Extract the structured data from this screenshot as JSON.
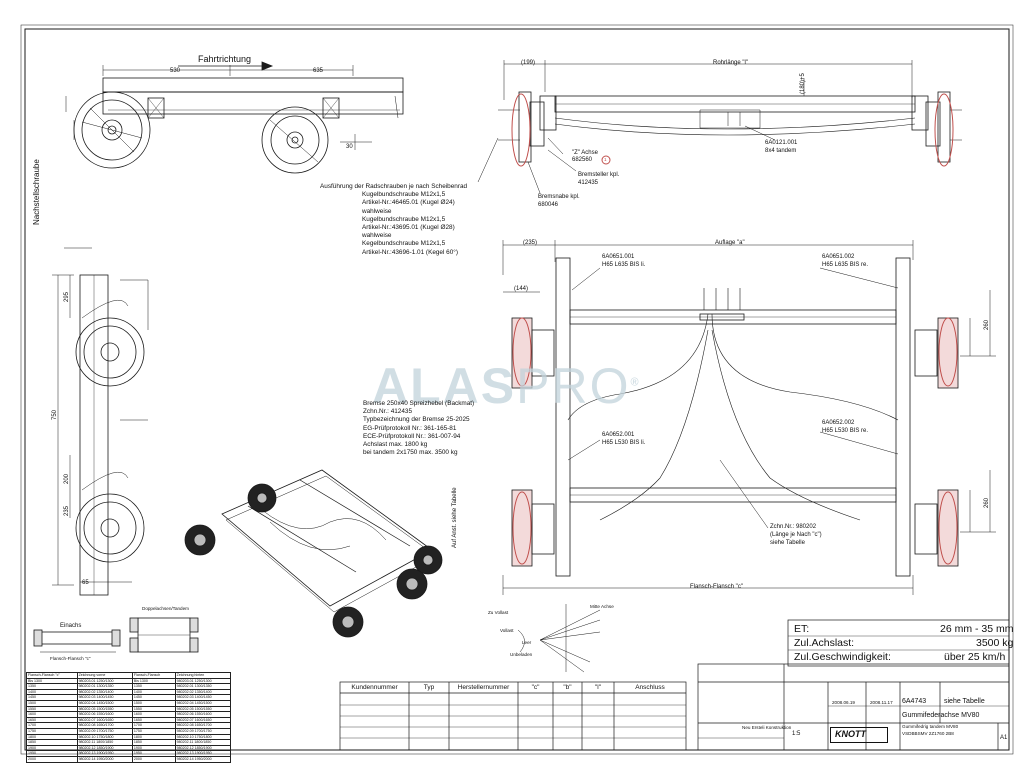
{
  "top_view": {
    "direction_label": "Fahrtrichtung",
    "dim_530": "530",
    "dim_635": "635",
    "dim_30": "30",
    "side_label": "Nachstellschraube"
  },
  "rear_view": {
    "dim_199": "(199)",
    "dim_rohrlaenge": "Rohrlänge \"l\"",
    "dim_height": "(180)+5",
    "achse_label": "\"Z\" Achse",
    "achse_part": "682560",
    "achse_ref": "1",
    "bremsteller_label": "Bremsteller kpl.",
    "bremsteller_part": "412435",
    "bremsnabe_label": "Bremsnabe kpl.",
    "bremsnabe_part": "680046",
    "ubolt_part": "6A0121.001",
    "ubolt_label": "8x4 tandem"
  },
  "wheel_screws": {
    "lines": [
      "Ausführung der Radschrauben je nach Scheibenrad",
      "Kugelbundschraube M12x1,5",
      "Artikel-Nr.:46465.01 (Kugel Ø24)",
      "wahlweise",
      "Kugelbundschraube M12x1,5",
      "Artikel-Nr.:43695.01 (Kugel Ø28)",
      "wahlweise",
      "Kegelbundschraube M12x1,5",
      "Artikel-Nr.:43696-1.01 (Kegel 60°)"
    ]
  },
  "plan_view": {
    "dim_235": "(235)",
    "dim_auflage": "Auflage \"a\"",
    "dim_144": "(144)",
    "dim_flansch": "Flansch-Flansch \"c\"",
    "dim_260": "260",
    "part_a1": "6A0651.001",
    "part_a1_sub": "H65 L635 BIS li.",
    "part_a2": "6A0651.002",
    "part_a2_sub": "H65 L635 BIS re.",
    "part_b1": "6A0652.001",
    "part_b1_sub": "H65 L530 BIS li.",
    "part_b2": "6A0652.002",
    "part_b2_sub": "H65 L530 BIS re.",
    "zchn_lines": [
      "Zchn.Nr.: 980202",
      "(Länge je Nach \"c\")",
      "siehe Tabelle"
    ],
    "left_side_label": "Auf Anst. siehe Tabelle"
  },
  "brake_info": {
    "lines": [
      "Bremse 250x40 Spreizhebel (Backmat)",
      "Zchn.Nr.: 412435",
      "Typbezeichnung der Bremse 25-2025",
      "EG-Prüfprotokoll Nr.: 361-165-81",
      "ECE-Prüfprotokoll Nr.: 361-007-94",
      "Achslast max. 1800 kg",
      "bei tandem 2x1750 max. 3500 kg"
    ]
  },
  "side_view": {
    "dim_295": "295",
    "dim_750": "750",
    "dim_200": "200",
    "dim_235": "235",
    "dim_65": "65"
  },
  "variants": {
    "single_title": "Einachs",
    "single_sub": "Flansch-Flansch \"c\"",
    "tandem_title": "Doppelachsen/Tandem"
  },
  "angles": {
    "labels": [
      "Zu Vollast",
      "Vollast",
      "Leer",
      "Unbeladen",
      "Mitte Achse"
    ]
  },
  "spec_block": {
    "rows": [
      {
        "label": "ET:",
        "value": "26 mm - 35 mm"
      },
      {
        "label": "Zul.Achslast:",
        "value": "3500 kg"
      },
      {
        "label": "Zul.Geschwindigkeit:",
        "value": "über 25 km/h"
      }
    ]
  },
  "customer_table": {
    "headers": [
      "Kundennummer",
      "Typ",
      "Herstellernummer",
      "\"c\"",
      "\"b\"",
      "\"l\"",
      "Anschluss"
    ]
  },
  "variant_table": {
    "headers": [
      "Flansch-Flansch \"c\"",
      "Zeichnung vorne",
      "Flansch-Flansch",
      "Zeichnung hinten"
    ],
    "rows": [
      [
        "Bis 1300",
        "980203.01 1250/1300",
        "Bis 1300",
        "980203.01 1250/1300"
      ],
      [
        "1350",
        "980202.01 1300/1350",
        "1350",
        "980202.01 1300/1350"
      ],
      [
        "1400",
        "980202.02 1350/1400",
        "1400",
        "980202.02 1350/1400"
      ],
      [
        "1450",
        "980202.03 1400/1450",
        "1450",
        "980202.03 1400/1450"
      ],
      [
        "1500",
        "980202.04 1450/1500",
        "1500",
        "980202.04 1450/1500"
      ],
      [
        "1550",
        "980202.05 1500/1550",
        "1550",
        "980202.05 1500/1550"
      ],
      [
        "1600",
        "980202.06 1550/1600",
        "1600",
        "980202.06 1550/1600"
      ],
      [
        "1650",
        "980202.07 1600/1650",
        "1650",
        "980202.07 1600/1650"
      ],
      [
        "1700",
        "980202.08 1650/1700",
        "1700",
        "980202.08 1650/1700"
      ],
      [
        "1750",
        "980202.09 1700/1750",
        "1750",
        "980202.09 1700/1750"
      ],
      [
        "1800",
        "980202.10 1750/1800",
        "1800",
        "980202.10 1750/1800"
      ],
      [
        "1850",
        "980202.11 1800/1850",
        "1850",
        "980202.11 1800/1850"
      ],
      [
        "1900",
        "980202.12 1850/1900",
        "1900",
        "980202.12 1850/1900"
      ],
      [
        "1950",
        "980202.13 1900/1950",
        "1950",
        "980202.13 1900/1950"
      ],
      [
        "2000",
        "980202.14 1950/2000",
        "2000",
        "980202.14 1950/2000"
      ]
    ]
  },
  "title_block": {
    "part_no": "6A4743",
    "see_table": "siehe Tabelle",
    "title": "Gummifederachse MV80",
    "subtitle": "Gummifedrig tandem MV80",
    "drawing_no": "VSDBBSMV 2Z1760 2B8",
    "date1": "2008.06.19",
    "date2": "2008.11.17",
    "scale": "1:5",
    "sheet": "A1",
    "company": "KNOTT",
    "revision_note": "Neu Ersteli Konstruktion"
  },
  "watermark": {
    "text_a": "ALAS",
    "text_b": "PRO",
    "mark": "®"
  }
}
